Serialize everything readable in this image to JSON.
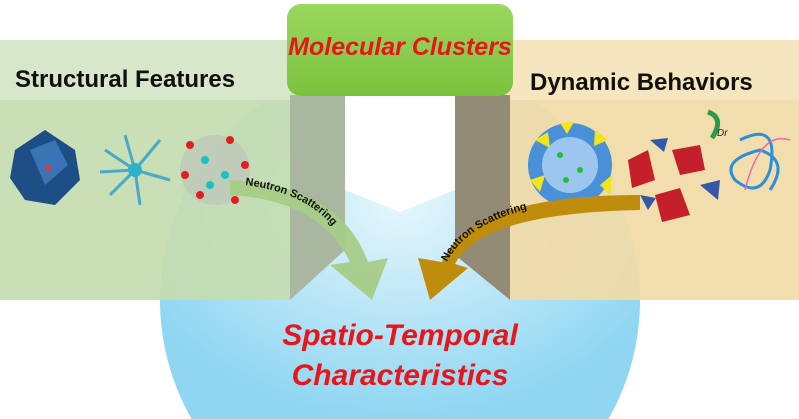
{
  "center_box": {
    "title": "Molecular Clusters",
    "color": "#8ccf4e",
    "text_color": "#e8151b"
  },
  "left_panel": {
    "title": "Structural Features",
    "color": "#cfe3c0"
  },
  "right_panel": {
    "title": "Dynamic Behaviors",
    "color": "#f3dfae",
    "rotation_label": "Dr"
  },
  "left_arrow": {
    "label": "Neutron Scattering",
    "color": "#a6cc88"
  },
  "right_arrow": {
    "label": "Neutron Scattering",
    "color": "#c08c0c"
  },
  "result": {
    "line1": "Spatio-Temporal",
    "line2": "Characteristics",
    "text_color": "#e8151b",
    "circle_color": "#aee3f5"
  }
}
